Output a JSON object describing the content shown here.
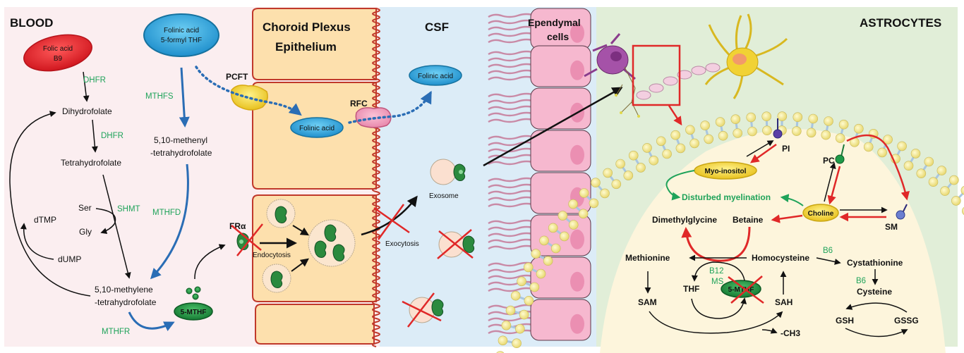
{
  "regions": {
    "blood": {
      "title": "BLOOD",
      "bg": "#fbeef0"
    },
    "choroid": {
      "title_line1": "Choroid Plexus",
      "title_line2": "Epithelium",
      "bg": "#fde3b4"
    },
    "csf": {
      "title": "CSF",
      "bg": "#dcecf7"
    },
    "ependymal": {
      "title_line1": "Ependymal",
      "title_line2": "cells"
    },
    "astrocytes": {
      "title": "ASTROCYTES",
      "bg": "#e1eed8"
    }
  },
  "blood": {
    "folic_acid": {
      "line1": "Folic acid",
      "line2": "B9"
    },
    "folinic_acid": {
      "line1": "Folinic acid",
      "line2": "5-formyl THF"
    },
    "metabolites": {
      "dihydrofolate": "Dihydrofolate",
      "tetrahydrofolate": "Tetrahydrofolate",
      "ser": "Ser",
      "gly": "Gly",
      "dtmp": "dTMP",
      "dump": "dUMP",
      "methylene_line1": "5,10-methylene",
      "methylene_line2": "-tetrahydrofolate",
      "methenyl_line1": "5,10-methenyl",
      "methenyl_line2": "-tetrahydrofolate",
      "mthf": "5-MTHF"
    },
    "enzymes": {
      "dhfr1": "DHFR",
      "dhfr2": "DHFR",
      "shmt": "SHMT",
      "mthfs": "MTHFS",
      "mthfd": "MTHFD",
      "mthfr": "MTHFR"
    }
  },
  "choroid": {
    "pcft": "PCFT",
    "rfc": "RFC",
    "fra": "FRα",
    "folinic_inner": "Folinic acid",
    "endocytosis": "Endocytosis",
    "exocytosis": "Exocytosis"
  },
  "csf": {
    "folinic_csf": "Folinic acid",
    "exosome": "Exosome"
  },
  "astro": {
    "pi": "PI",
    "pc": "PC",
    "sm": "SM",
    "myo_inositol": "Myo-inositol",
    "disturbed": "Disturbed myelination",
    "choline": "Choline",
    "dimethylglycine": "Dimethylglycine",
    "betaine": "Betaine",
    "methionine": "Methionine",
    "homocysteine": "Homocysteine",
    "b6_1": "B6",
    "b6_2": "B6",
    "cystathionine": "Cystathionine",
    "cysteine": "Cysteine",
    "b12": "B12",
    "ms": "MS",
    "thf": "THF",
    "mthf": "5-MTHF",
    "sam": "SAM",
    "sah": "SAH",
    "ch3": "-CH3",
    "gsh": "GSH",
    "gssg": "GSSG"
  },
  "colors": {
    "enzyme": "#1fa35a",
    "blue_arrow": "#2a6db5",
    "red_arrow": "#e02828",
    "mthf_green": "#1e8a3f",
    "folinic_blue": "#29a6dc",
    "folic_red": "#e0222a"
  }
}
